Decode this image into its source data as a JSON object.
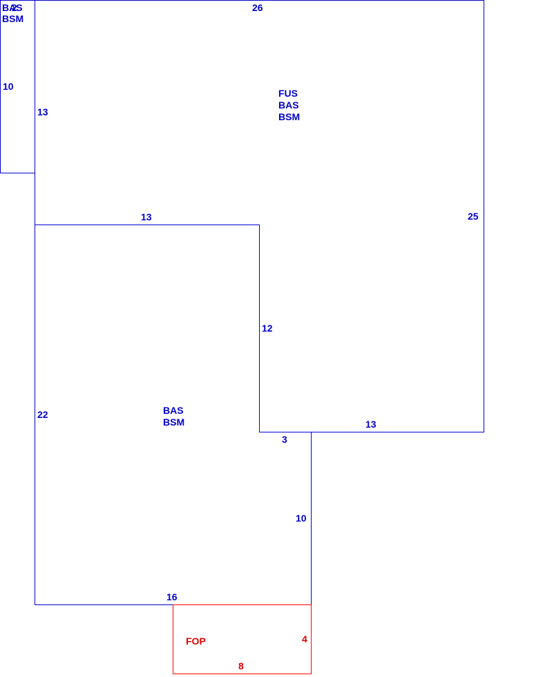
{
  "sketch": {
    "colors": {
      "living_outline": "#0000cc",
      "living_text": "#0000cc",
      "porch_outline": "#ff0000",
      "porch_text": "#dd0000",
      "background": "#ffffff"
    },
    "areas": {
      "small_bump": {
        "codes": [
          "BAS",
          "BSM"
        ],
        "dims": {
          "width": "2",
          "height": "10"
        }
      },
      "upper": {
        "codes": [
          "FUS",
          "BAS",
          "BSM"
        ],
        "dims": {
          "top": "26",
          "left": "13",
          "right": "25",
          "inner_top": "13",
          "inner_side": "12",
          "bottom": "13"
        }
      },
      "lower": {
        "codes": [
          "BAS",
          "BSM"
        ],
        "dims": {
          "left": "22",
          "step": "3",
          "right": "10",
          "bottom": "16"
        }
      },
      "porch": {
        "codes": [
          "FOP"
        ],
        "dims": {
          "right": "4",
          "bottom": "8"
        }
      }
    }
  }
}
